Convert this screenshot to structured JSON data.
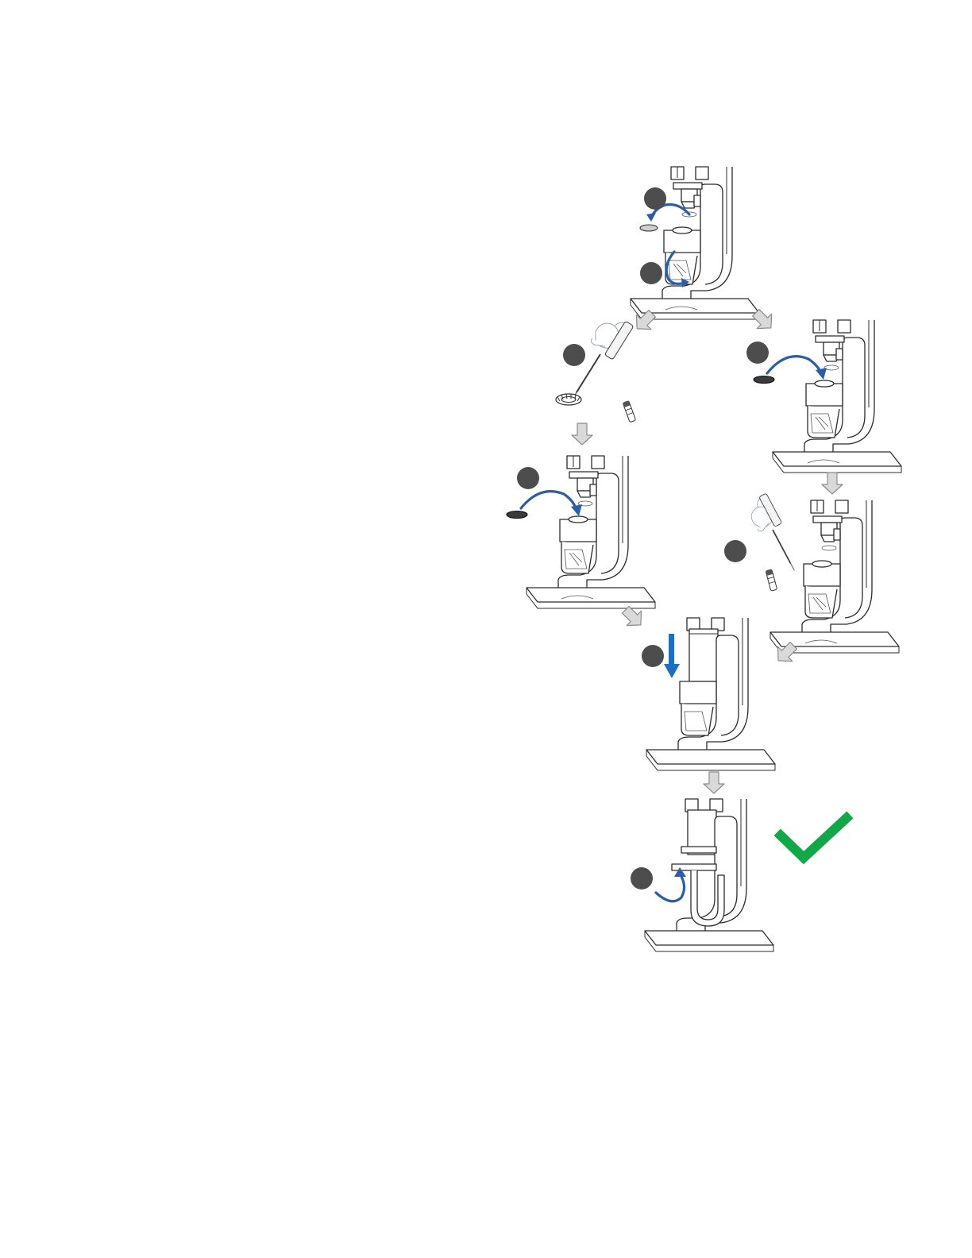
{
  "colors": {
    "action_arrow": "#2b5ea7",
    "action_arrow_down": "#1f6fc0",
    "flow_arrow": "#d9d9d9",
    "step_badge": "#4d4d4d",
    "check": "#12a84a"
  },
  "icons": [
    "flow-arrow",
    "curved-action-arrow",
    "step-badge",
    "check-icon",
    "pipette-icon",
    "tube-icon",
    "sample-ring-icon"
  ],
  "panels": [
    {
      "id": "open",
      "badges": 2
    },
    {
      "id": "pipette-left",
      "badges": 1
    },
    {
      "id": "place-left",
      "badges": 1
    },
    {
      "id": "place-right",
      "badges": 1
    },
    {
      "id": "pipette-right",
      "badges": 1
    },
    {
      "id": "lower",
      "badges": 1
    },
    {
      "id": "close",
      "badges": 1
    },
    {
      "id": "done",
      "badges": 0
    }
  ]
}
